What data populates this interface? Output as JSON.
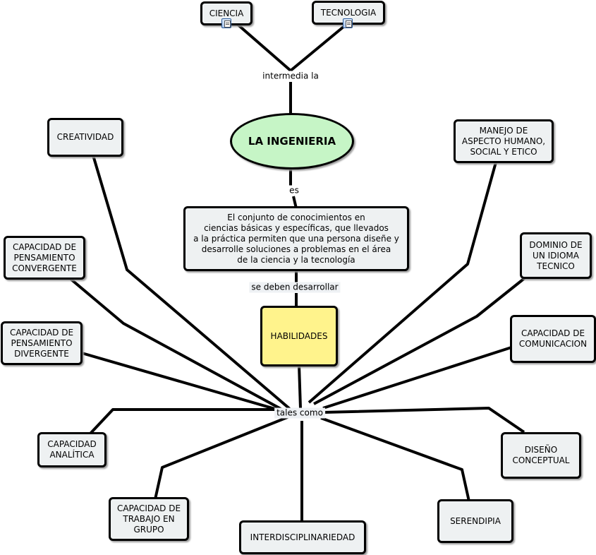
{
  "nodes": {
    "ciencia": "CIENCIA",
    "tecnologia": "TECNOLOGIA",
    "ingenieria": "LA INGENIERIA",
    "definicion": "El conjunto de conocimientos en\nciencias básicas y específicas, que llevados\na la práctica permiten que una persona diseñe y\ndesarrolle soluciones a problemas en el área\nde la ciencia y la tecnología",
    "habilidades": "HABILIDADES",
    "creatividad": "CREATIVIDAD",
    "pensamiento_convergente": "CAPACIDAD DE\nPENSAMIENTO\nCONVERGENTE",
    "pensamiento_divergente": "CAPACIDAD DE\nPENSAMIENTO\nDIVERGENTE",
    "analitica": "CAPACIDAD\nANALÍTICA",
    "trabajo_grupo": "CAPACIDAD DE\nTRABAJO EN\nGRUPO",
    "interdisciplinariedad": "INTERDISCIPLINARIEDAD",
    "serendipia": "SERENDIPIA",
    "diseno_conceptual": "DISEÑO\nCONCEPTUAL",
    "comunicacion": "CAPACIDAD DE\nCOMUNICACION",
    "idioma": "DOMINIO DE\nUN IDIOMA\nTECNICO",
    "manejo": "MANEJO DE\nASPECTO HUMANO,\nSOCIAL Y ETICO"
  },
  "link_phrases": {
    "intermedia": "intermedia la",
    "es": "es",
    "desarrollar": "se deben desarrollar",
    "tales_como": "tales como"
  },
  "icons": [
    "document-icon",
    "document-icon"
  ],
  "colors": {
    "node_fill": "#eef1f2",
    "main_fill": "#c6f5c6",
    "habilidades_fill": "#fff38c",
    "stroke": "#000000"
  }
}
